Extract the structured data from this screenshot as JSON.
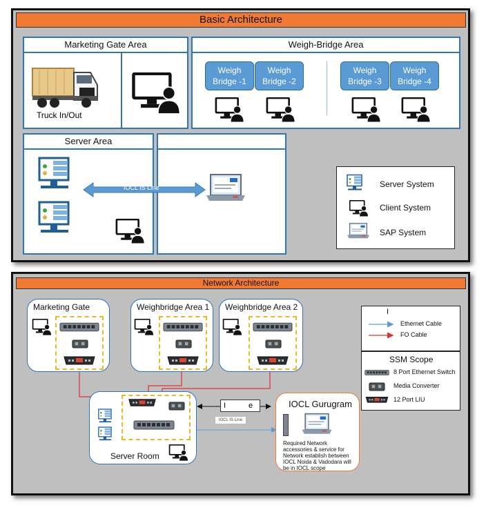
{
  "basic": {
    "title": "Basic Architecture",
    "marketing_gate": {
      "title": "Marketing Gate Area",
      "truck_label": "Truck In/Out"
    },
    "weigh_bridge": {
      "title": "Weigh-Bridge Area",
      "bridges": [
        "Weigh Bridge -1",
        "Weigh Bridge -2",
        "Weigh Bridge -3",
        "Weigh Bridge -4"
      ]
    },
    "server_area": {
      "title": "Server Area",
      "link_label": "IOCL IS Line"
    },
    "legend": {
      "server": "Server System",
      "client": "Client System",
      "sap": "SAP System"
    }
  },
  "network": {
    "title": "Network Architecture",
    "marketing_gate": "Marketing Gate",
    "wb_area_1": "Weighbridge Area 1",
    "wb_area_2": "Weighbridge Area 2",
    "server_room": "Server Room",
    "iocl": {
      "title": "IOCL Gurugram",
      "note": "Required Network accessories & service for Network establish between IOCL Noida & Vadodara will be in IOCL scope"
    },
    "link_box_left": "I",
    "link_box_right": "e",
    "is_line": "IOCL IS Line",
    "cable_legend": {
      "head": "I",
      "ethernet": "Ethernet Cable",
      "fo": "FO Cable",
      "ethernet_color": "#5b9bd5",
      "fo_color": "#e03030"
    },
    "scope": {
      "title": "SSM Scope",
      "switch": "8 Port Ethernet Switch",
      "converter": "Media Converter",
      "liu": "12 Port LIU"
    }
  },
  "colors": {
    "accent": "#f07a33",
    "blue": "#2e75b6",
    "bridge": "#5b9bd5",
    "dashed": "#e8b828"
  }
}
